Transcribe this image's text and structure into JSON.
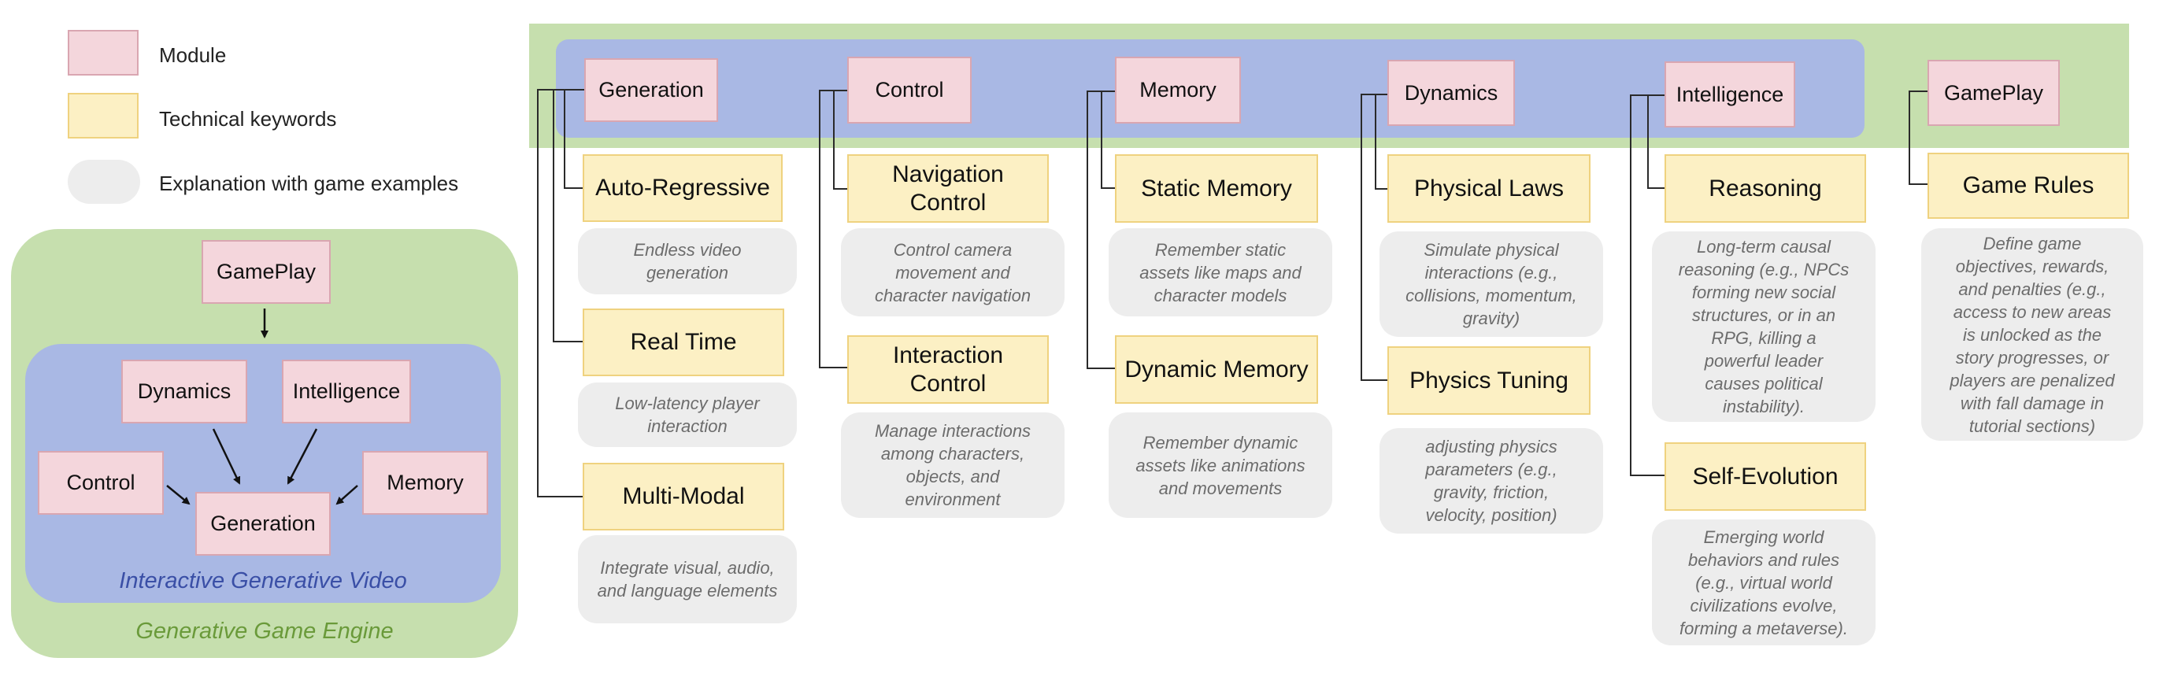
{
  "legend": {
    "module_label": "Module",
    "keyword_label": "Technical keywords",
    "explanation_label": "Explanation with game examples"
  },
  "left_diagram": {
    "engine_label": "Generative Game Engine",
    "video_label": "Interactive Generative Video",
    "gameplay": "GamePlay",
    "dynamics": "Dynamics",
    "intelligence": "Intelligence",
    "control": "Control",
    "memory": "Memory",
    "generation": "Generation"
  },
  "columns": [
    {
      "module": "Generation",
      "items": [
        {
          "keyword": "Auto-Regressive",
          "explanation": "Endless video\ngeneration"
        },
        {
          "keyword": "Real Time",
          "explanation": "Low-latency player\ninteraction"
        },
        {
          "keyword": "Multi-Modal",
          "explanation": "Integrate visual, audio,\nand language elements"
        }
      ]
    },
    {
      "module": "Control",
      "items": [
        {
          "keyword": "Navigation\nControl",
          "explanation": "Control camera\nmovement and\ncharacter navigation"
        },
        {
          "keyword": "Interaction\nControl",
          "explanation": "Manage interactions\namong characters,\nobjects, and\nenvironment"
        }
      ]
    },
    {
      "module": "Memory",
      "items": [
        {
          "keyword": "Static Memory",
          "explanation": "Remember static\nassets like maps and\ncharacter models"
        },
        {
          "keyword": "Dynamic Memory",
          "explanation": "Remember dynamic\nassets like animations\nand movements"
        }
      ]
    },
    {
      "module": "Dynamics",
      "items": [
        {
          "keyword": "Physical Laws",
          "explanation": "Simulate physical\ninteractions (e.g.,\ncollisions, momentum,\ngravity)"
        },
        {
          "keyword": "Physics Tuning",
          "explanation": "adjusting physics\nparameters (e.g.,\ngravity, friction,\nvelocity, position)"
        }
      ]
    },
    {
      "module": "Intelligence",
      "items": [
        {
          "keyword": "Reasoning",
          "explanation": "Long-term causal\nreasoning (e.g., NPCs\nforming new social\nstructures, or in an\nRPG, killing a\npowerful leader\ncauses political\ninstability)."
        },
        {
          "keyword": "Self-Evolution",
          "explanation": "Emerging world\nbehaviors and rules\n(e.g., virtual world\ncivilizations evolve,\nforming a metaverse)."
        }
      ]
    },
    {
      "module": "GamePlay",
      "items": [
        {
          "keyword": "Game Rules",
          "explanation": "Define game\nobjectives, rewards,\nand penalties (e.g.,\naccess to new areas\nis unlocked as the\nstory progresses, or\nplayers are penalized\nwith fall damage in\ntutorial sections)"
        }
      ]
    }
  ],
  "colors": {
    "module_fill": "#f4d6dc",
    "keyword_fill": "#fcf0c4",
    "explanation_fill": "#ededed",
    "engine_fill": "#c6dfae",
    "video_fill": "#a9b8e4",
    "engine_text": "#6a9a3a",
    "video_text": "#3a4fa6"
  }
}
